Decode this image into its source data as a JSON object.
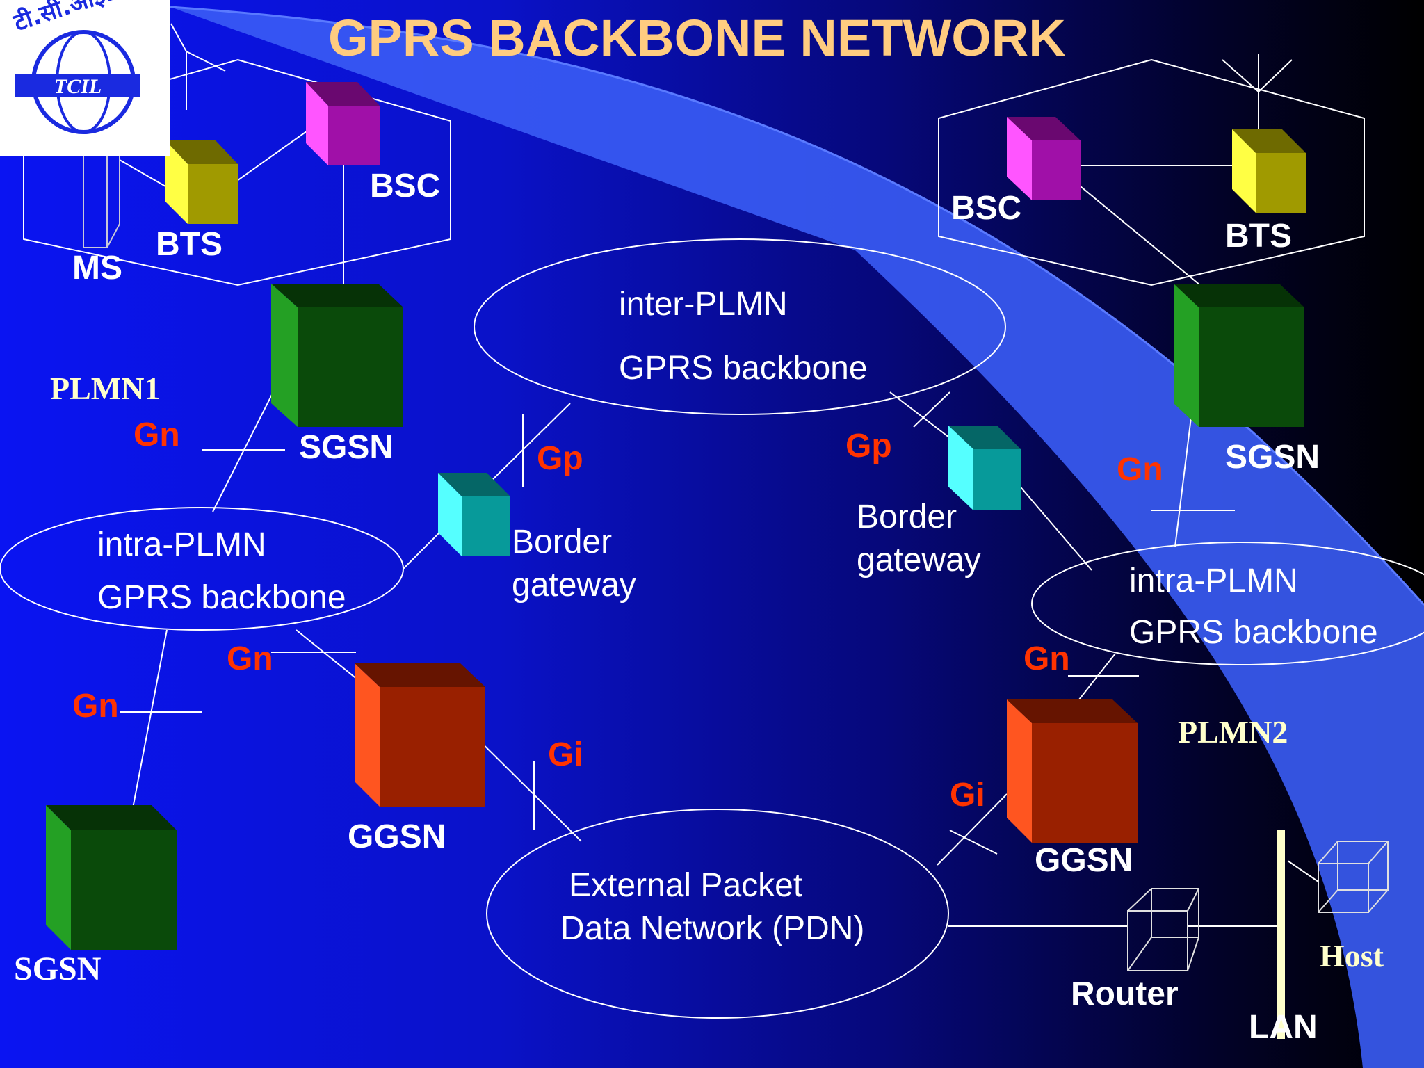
{
  "slide": {
    "title": "GPRS BACKBONE NETWORK",
    "logo_text": "टी.सी.आई.एल",
    "colors": {
      "background_start": "#0a14f2",
      "background_end": "#000000",
      "title": "#ffcc80",
      "interface_label": "#ff3300",
      "plmn_label": "#ffffcc",
      "sgsn_box": "#0a4a0a",
      "ggsn_box": "#992000",
      "bsc_box": "#a010a8",
      "bts_box": "#a09a00",
      "border_gateway_box": "#079a9a"
    }
  },
  "labels": {
    "ms": "MS",
    "bts_left": "BTS",
    "bsc_left": "BSC",
    "sgsn_left_top": "SGSN",
    "plmn1": "PLMN1",
    "gn_1": "Gn",
    "intra_left_line1": "intra-PLMN",
    "intra_left_line2": "GPRS backbone",
    "gn_2": "Gn",
    "gn_3": "Gn",
    "ggsn_left": "GGSN",
    "sgsn_left_bottom": "SGSN",
    "gp_left": "Gp",
    "border_left_line1": "Border",
    "border_left_line2": "gateway",
    "gi_left": "Gi",
    "inter_line1": "inter-PLMN",
    "inter_line2": "GPRS backbone",
    "gp_right": "Gp",
    "border_right_line1": "Border",
    "border_right_line2": "gateway",
    "pdn_line1": "External Packet",
    "pdn_line2": "Data Network (PDN)",
    "bsc_right": "BSC",
    "bts_right": "BTS",
    "sgsn_right": "SGSN",
    "gn_4": "Gn",
    "intra_right_line1": "intra-PLMN",
    "intra_right_line2": "GPRS backbone",
    "gn_5": "Gn",
    "plmn2": "PLMN2",
    "gi_right": "Gi",
    "ggsn_right": "GGSN",
    "router": "Router",
    "host": "Host",
    "lan": "LAN"
  }
}
